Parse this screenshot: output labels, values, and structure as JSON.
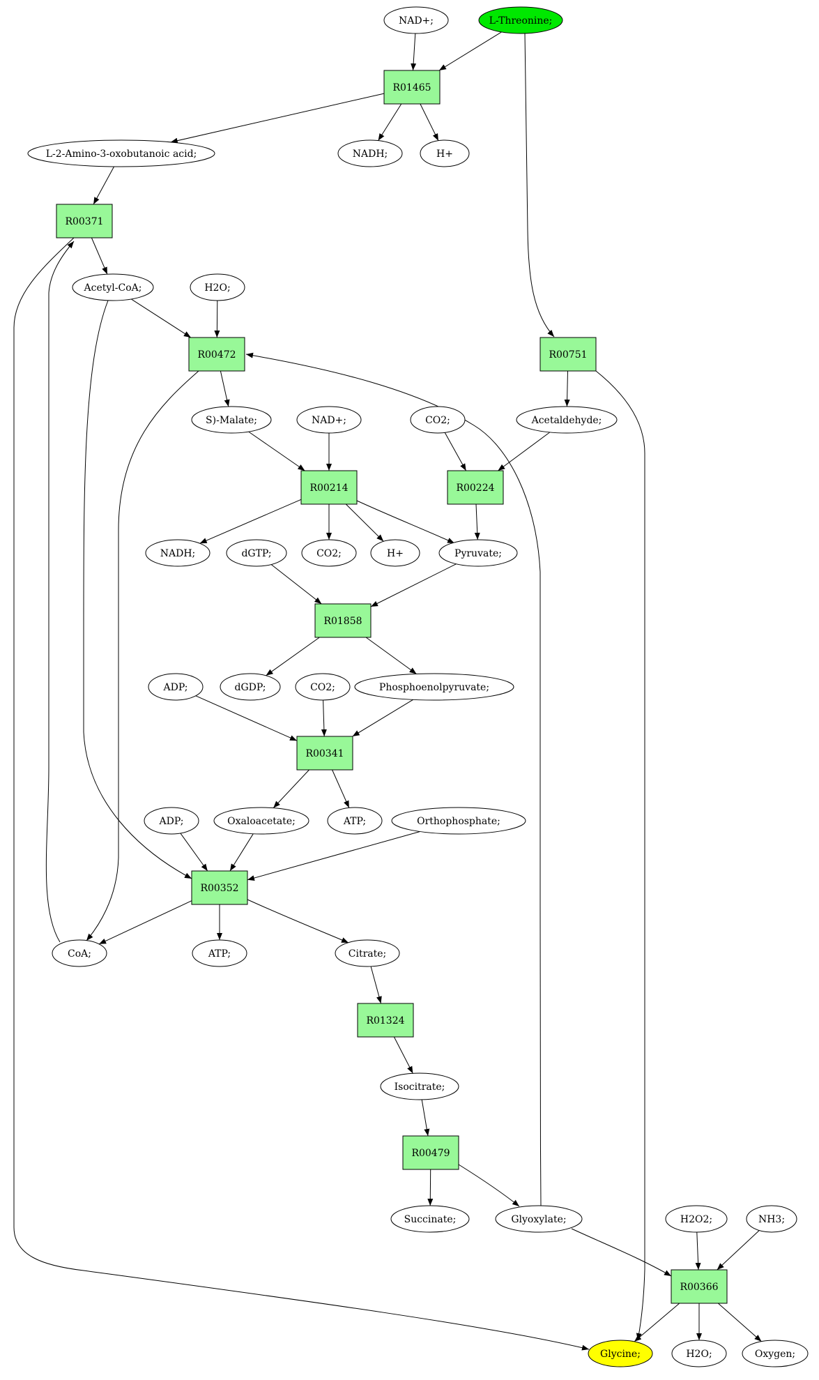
{
  "colors": {
    "reaction_fill": "#98f898",
    "compound_fill": "#ffffff",
    "start_fill": "#00e800",
    "end_fill": "#ffff00",
    "line": "#000000"
  },
  "nodes": [
    {
      "id": "nad_top",
      "label": "NAD+;",
      "kind": "compound"
    },
    {
      "id": "threonine",
      "label": "L-Threonine;",
      "kind": "start"
    },
    {
      "id": "r01465",
      "label": "R01465",
      "kind": "reaction"
    },
    {
      "id": "amino_oxo",
      "label": "L-2-Amino-3-oxobutanoic acid;",
      "kind": "compound"
    },
    {
      "id": "nadh_top",
      "label": "NADH;",
      "kind": "compound"
    },
    {
      "id": "h_top",
      "label": "H+",
      "kind": "compound"
    },
    {
      "id": "r00371",
      "label": "R00371",
      "kind": "reaction"
    },
    {
      "id": "acetylcoa",
      "label": "Acetyl-CoA;",
      "kind": "compound"
    },
    {
      "id": "h2o_a",
      "label": "H2O;",
      "kind": "compound"
    },
    {
      "id": "r00472",
      "label": "R00472",
      "kind": "reaction"
    },
    {
      "id": "r00751",
      "label": "R00751",
      "kind": "reaction"
    },
    {
      "id": "smalate",
      "label": "S)-Malate;",
      "kind": "compound"
    },
    {
      "id": "nad_mid",
      "label": "NAD+;",
      "kind": "compound"
    },
    {
      "id": "co2_a",
      "label": "CO2;",
      "kind": "compound"
    },
    {
      "id": "acetaldehyde",
      "label": "Acetaldehyde;",
      "kind": "compound"
    },
    {
      "id": "r00214",
      "label": "R00214",
      "kind": "reaction"
    },
    {
      "id": "r00224",
      "label": "R00224",
      "kind": "reaction"
    },
    {
      "id": "nadh_mid",
      "label": "NADH;",
      "kind": "compound"
    },
    {
      "id": "dgtp",
      "label": "dGTP;",
      "kind": "compound"
    },
    {
      "id": "co2_b",
      "label": "CO2;",
      "kind": "compound"
    },
    {
      "id": "h_mid",
      "label": "H+",
      "kind": "compound"
    },
    {
      "id": "pyruvate",
      "label": "Pyruvate;",
      "kind": "compound"
    },
    {
      "id": "r01858",
      "label": "R01858",
      "kind": "reaction"
    },
    {
      "id": "adp_a",
      "label": "ADP;",
      "kind": "compound"
    },
    {
      "id": "dgdp",
      "label": "dGDP;",
      "kind": "compound"
    },
    {
      "id": "co2_c",
      "label": "CO2;",
      "kind": "compound"
    },
    {
      "id": "pep",
      "label": "Phosphoenolpyruvate;",
      "kind": "compound"
    },
    {
      "id": "r00341",
      "label": "R00341",
      "kind": "reaction"
    },
    {
      "id": "adp_b",
      "label": "ADP;",
      "kind": "compound"
    },
    {
      "id": "oxaloacetate",
      "label": "Oxaloacetate;",
      "kind": "compound"
    },
    {
      "id": "atp_a",
      "label": "ATP;",
      "kind": "compound"
    },
    {
      "id": "orthophosphate",
      "label": "Orthophosphate;",
      "kind": "compound"
    },
    {
      "id": "r00352",
      "label": "R00352",
      "kind": "reaction"
    },
    {
      "id": "coa",
      "label": "CoA;",
      "kind": "compound"
    },
    {
      "id": "atp_b",
      "label": "ATP;",
      "kind": "compound"
    },
    {
      "id": "citrate",
      "label": "Citrate;",
      "kind": "compound"
    },
    {
      "id": "r01324",
      "label": "R01324",
      "kind": "reaction"
    },
    {
      "id": "isocitrate",
      "label": "Isocitrate;",
      "kind": "compound"
    },
    {
      "id": "r00479",
      "label": "R00479",
      "kind": "reaction"
    },
    {
      "id": "succinate",
      "label": "Succinate;",
      "kind": "compound"
    },
    {
      "id": "glyoxylate",
      "label": "Glyoxylate;",
      "kind": "compound"
    },
    {
      "id": "h2o2",
      "label": "H2O2;",
      "kind": "compound"
    },
    {
      "id": "nh3",
      "label": "NH3;",
      "kind": "compound"
    },
    {
      "id": "r00366",
      "label": "R00366",
      "kind": "reaction"
    },
    {
      "id": "glycine",
      "label": "Glycine;",
      "kind": "end"
    },
    {
      "id": "h2o_b",
      "label": "H2O;",
      "kind": "compound"
    },
    {
      "id": "oxygen",
      "label": "Oxygen;",
      "kind": "compound"
    }
  ],
  "edges": [
    {
      "from": "nad_top",
      "to": "r01465"
    },
    {
      "from": "threonine",
      "to": "r01465"
    },
    {
      "from": "threonine",
      "to": "r00751"
    },
    {
      "from": "r01465",
      "to": "amino_oxo"
    },
    {
      "from": "r01465",
      "to": "nadh_top"
    },
    {
      "from": "r01465",
      "to": "h_top"
    },
    {
      "from": "amino_oxo",
      "to": "r00371"
    },
    {
      "from": "r00371",
      "to": "acetylcoa"
    },
    {
      "from": "r00371",
      "to": "glycine"
    },
    {
      "from": "coa",
      "to": "r00371"
    },
    {
      "from": "acetylcoa",
      "to": "r00472"
    },
    {
      "from": "h2o_a",
      "to": "r00472"
    },
    {
      "from": "acetylcoa",
      "to": "r00352"
    },
    {
      "from": "r00472",
      "to": "smalate"
    },
    {
      "from": "r00472",
      "to": "coa"
    },
    {
      "from": "glyoxylate",
      "to": "r00472"
    },
    {
      "from": "r00751",
      "to": "acetaldehyde"
    },
    {
      "from": "r00751",
      "to": "glycine"
    },
    {
      "from": "smalate",
      "to": "r00214"
    },
    {
      "from": "nad_mid",
      "to": "r00214"
    },
    {
      "from": "co2_a",
      "to": "r00224"
    },
    {
      "from": "acetaldehyde",
      "to": "r00224"
    },
    {
      "from": "r00214",
      "to": "nadh_mid"
    },
    {
      "from": "r00214",
      "to": "co2_b"
    },
    {
      "from": "r00214",
      "to": "h_mid"
    },
    {
      "from": "r00214",
      "to": "pyruvate"
    },
    {
      "from": "r00224",
      "to": "pyruvate"
    },
    {
      "from": "dgtp",
      "to": "r01858"
    },
    {
      "from": "pyruvate",
      "to": "r01858"
    },
    {
      "from": "r01858",
      "to": "dgdp"
    },
    {
      "from": "r01858",
      "to": "pep"
    },
    {
      "from": "adp_a",
      "to": "r00341"
    },
    {
      "from": "co2_c",
      "to": "r00341"
    },
    {
      "from": "pep",
      "to": "r00341"
    },
    {
      "from": "r00341",
      "to": "oxaloacetate"
    },
    {
      "from": "r00341",
      "to": "atp_a"
    },
    {
      "from": "adp_b",
      "to": "r00352"
    },
    {
      "from": "oxaloacetate",
      "to": "r00352"
    },
    {
      "from": "orthophosphate",
      "to": "r00352"
    },
    {
      "from": "r00352",
      "to": "coa"
    },
    {
      "from": "r00352",
      "to": "atp_b"
    },
    {
      "from": "r00352",
      "to": "citrate"
    },
    {
      "from": "citrate",
      "to": "r01324"
    },
    {
      "from": "r01324",
      "to": "isocitrate"
    },
    {
      "from": "isocitrate",
      "to": "r00479"
    },
    {
      "from": "r00479",
      "to": "succinate"
    },
    {
      "from": "r00479",
      "to": "glyoxylate"
    },
    {
      "from": "glyoxylate",
      "to": "r00366"
    },
    {
      "from": "h2o2",
      "to": "r00366"
    },
    {
      "from": "nh3",
      "to": "r00366"
    },
    {
      "from": "r00366",
      "to": "glycine"
    },
    {
      "from": "r00366",
      "to": "h2o_b"
    },
    {
      "from": "r00366",
      "to": "oxygen"
    }
  ]
}
